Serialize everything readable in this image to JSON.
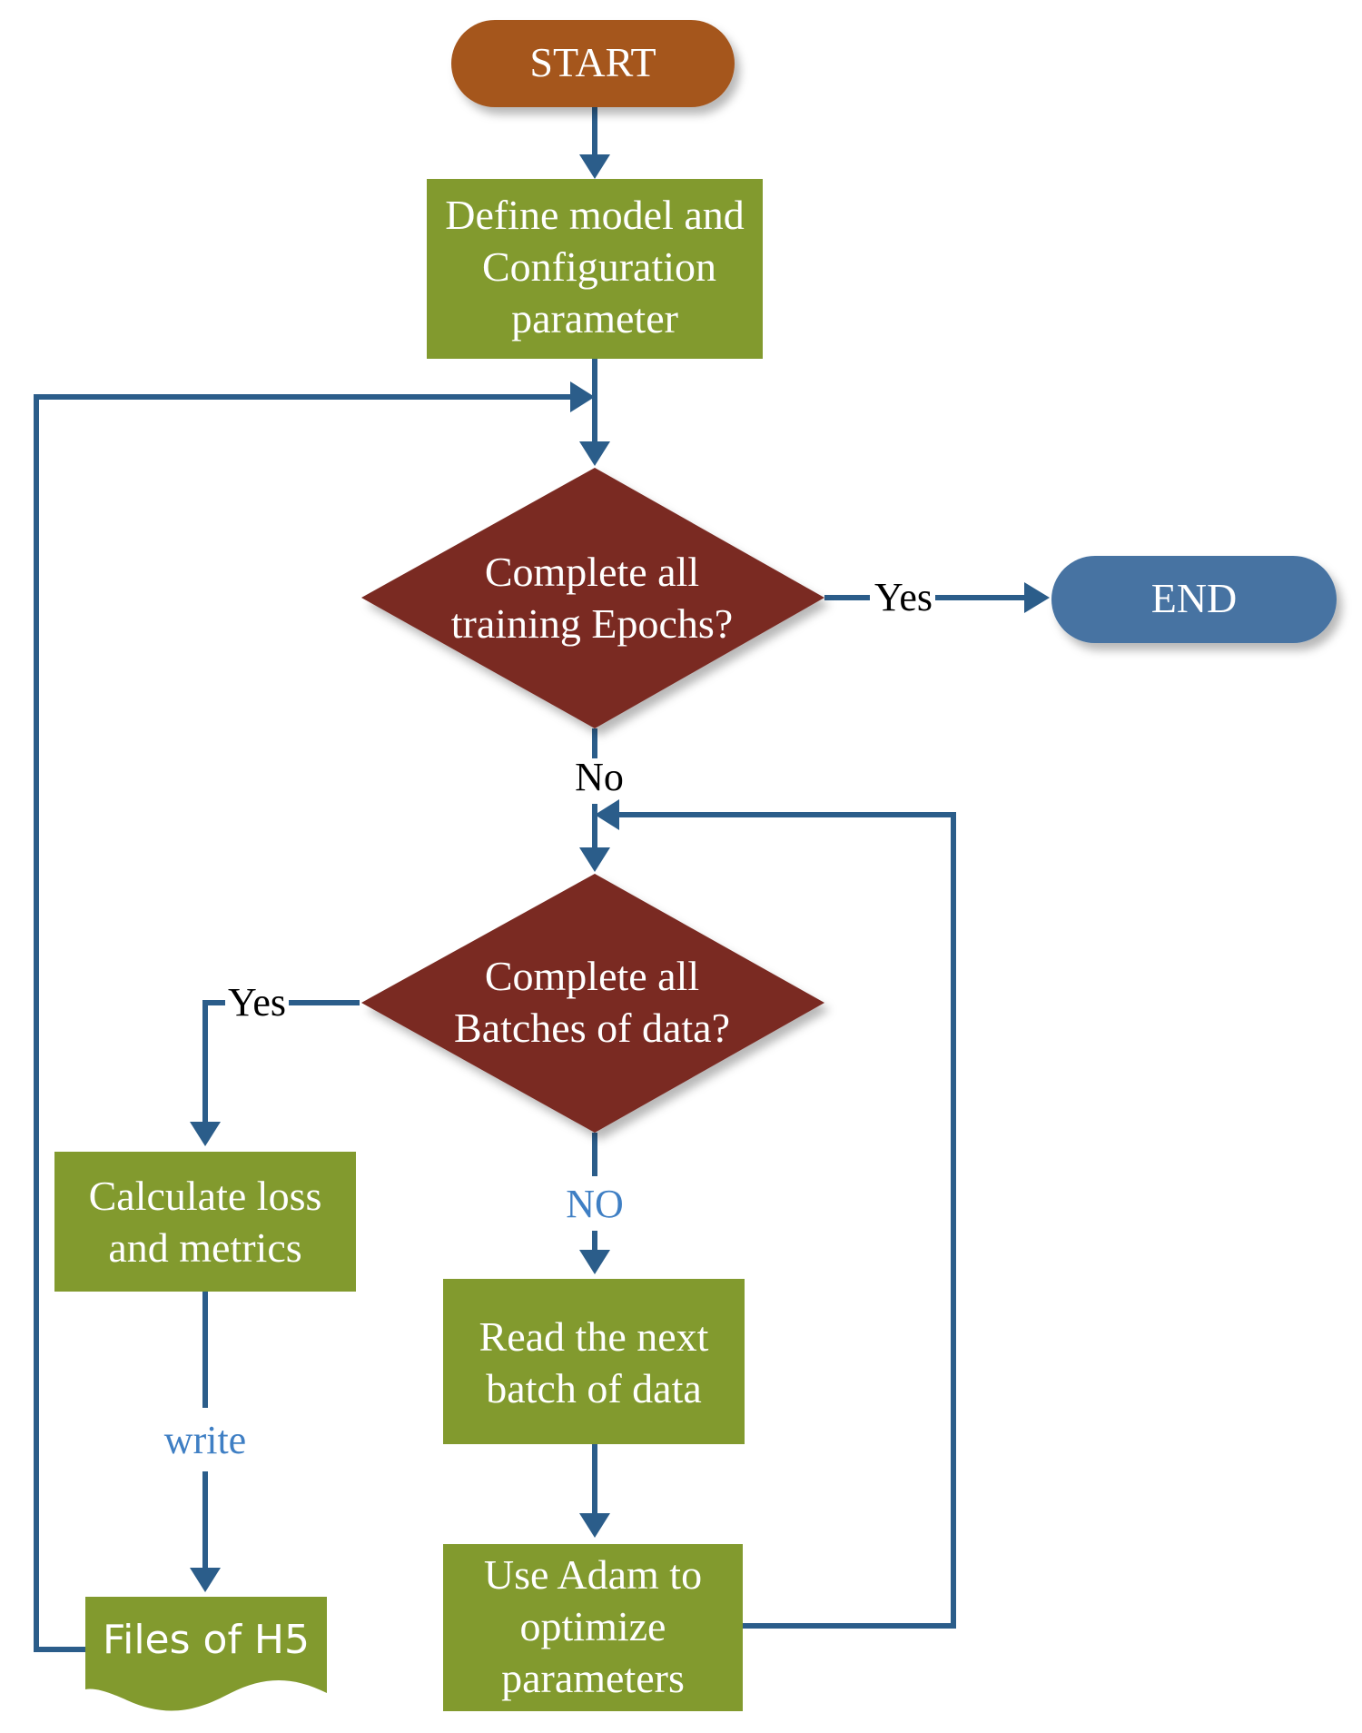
{
  "nodes": {
    "start": {
      "label": "START"
    },
    "define": {
      "lines": [
        "Define model and",
        "Configuration",
        "parameter"
      ]
    },
    "epochs_decision": {
      "lines": [
        "Complete all",
        "training Epochs?"
      ]
    },
    "end": {
      "label": "END"
    },
    "batches_decision": {
      "lines": [
        "Complete all",
        "Batches of data?"
      ]
    },
    "calc_loss": {
      "lines": [
        "Calculate loss",
        "and metrics"
      ]
    },
    "read_batch": {
      "lines": [
        "Read the next",
        "batch of data"
      ]
    },
    "adam": {
      "lines": [
        "Use Adam to",
        "optimize",
        "parameters"
      ]
    },
    "files_h5": {
      "label": "Files of H5"
    }
  },
  "edge_labels": {
    "epochs_yes": "Yes",
    "epochs_no": "No",
    "batches_yes": "Yes",
    "batches_no": "NO",
    "write": "write"
  },
  "colors": {
    "start_fill": "#a5561f",
    "end_fill": "#4673a2",
    "process_fill": "#829a2e",
    "decision_fill": "#7a2a23",
    "connector": "#2b5d8a",
    "label_blue": "#3f7fc4"
  }
}
